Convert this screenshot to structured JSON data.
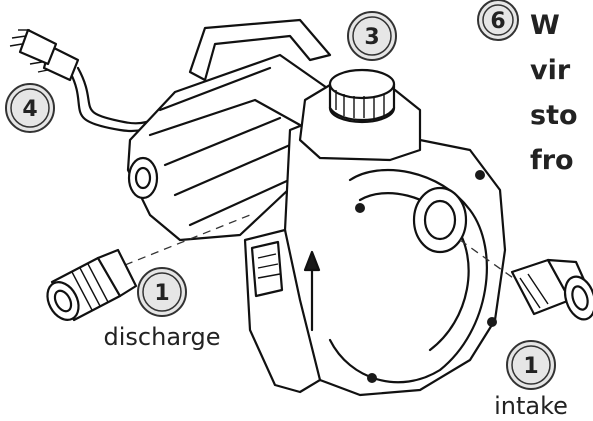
{
  "callouts": {
    "discharge": {
      "number": "1",
      "label": "discharge"
    },
    "intake": {
      "number": "1",
      "label": "intake"
    },
    "cap": {
      "number": "3"
    },
    "cord": {
      "number": "4"
    },
    "note": {
      "number": "6"
    }
  },
  "side_text": [
    "W",
    "vir",
    "sto",
    "fro"
  ],
  "colors": {
    "callout_fill": "#e6e6e6",
    "ink": "#111111"
  }
}
